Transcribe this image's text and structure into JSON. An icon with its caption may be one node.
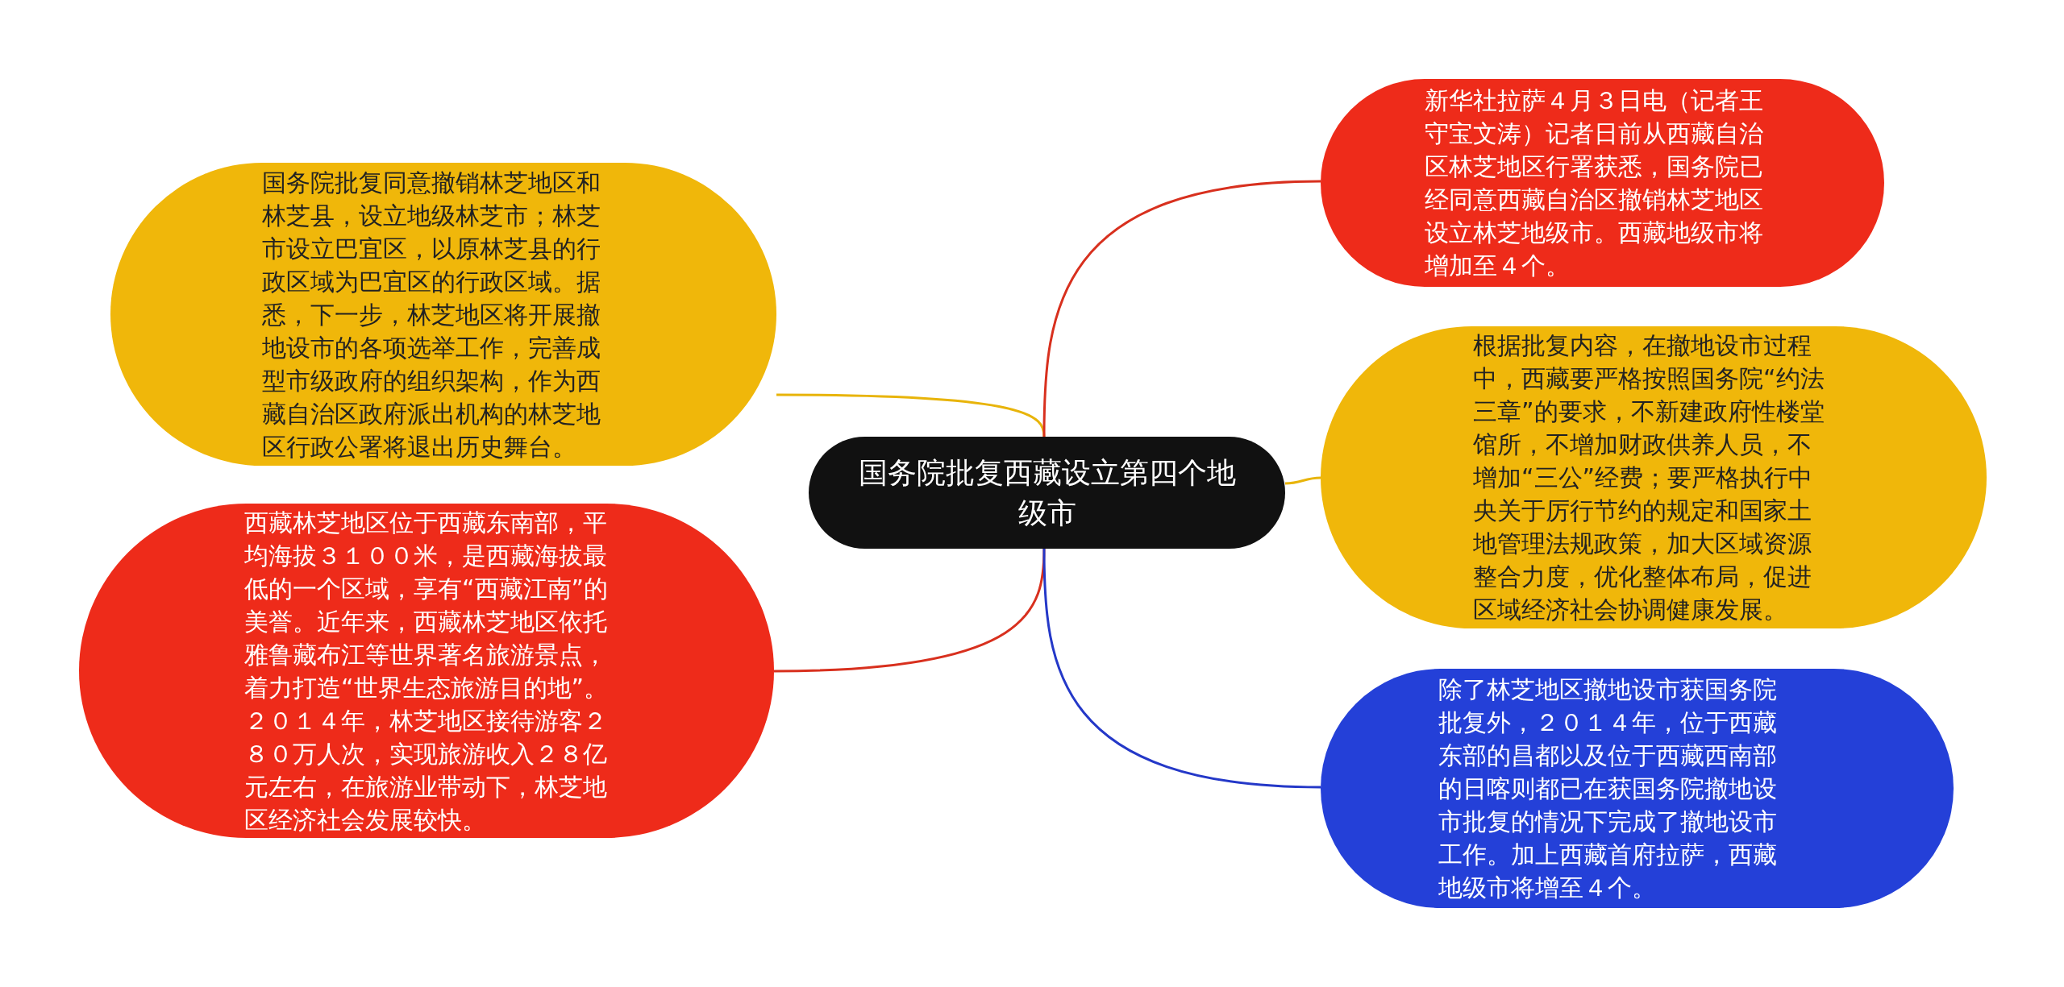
{
  "diagram": {
    "nodes": [
      {
        "text": [
          "国务院批复西藏设立第四个地级市"
        ]
      },
      {
        "text": [
          "国务院批复同意撤销林芝地区和林芝县，设立地级林芝市；林芝市设立巴宜区，以原林芝县的行政区域为巴宜区的行政区域。据悉，下一步，林芝地区将开展撤地设市的各项选举工作，完善成型市级政府的组织架构，作为西藏自治区政府派出机构的林芝地区行政公署将退出历史舞台。"
        ]
      },
      {
        "text": [
          "西藏林芝地区位于西藏东南部，平均海拔３１００米，是西藏海拔最低的一个区域，享有“西藏江南”的美誉。近年来，西藏林芝地区依托雅鲁藏布江等世界著名旅游景点，着力打造“世界生态旅游目的地”。２０１４年，林芝地区接待游客２８０万人次，实现旅游收入２８亿元左右，在旅游业带动下，林芝地区经济社会发展较快。"
        ]
      },
      {
        "text": [
          "新华社拉萨４月３日电（记者王守宝文涛）记者日前从西藏自治区林芝地区行署获悉，国务院已经同意西藏自治区撤销林芝地区设立林芝地级市。西藏地级市将增加至４个。"
        ]
      },
      {
        "text": [
          "根据批复内容，在撤地设市过程中，西藏要严格按照国务院“约法三章”的要求，不新建政府性楼堂馆所，不增加财政供养人员，不增加“三公”经费；要严格执行中央关于厉行节约的规定和国家土地管理法规政策，加大区域资源整合力度，优化整体布局，促进区域经济社会协调健康发展。"
        ]
      },
      {
        "text": [
          "除了林芝地区撤地设市获国务院批复外，２０１４年，位于西藏东部的昌都以及位于西藏西南部的日喀则都已在获国务院撤地设市批复的情况下完成了撤地设市工作。加上西藏首府拉萨，西藏地级市将增至４个。"
        ]
      }
    ],
    "edges": [
      {
        "from": 0,
        "to": 1,
        "arrow": "none",
        "color": "#e8b40a"
      },
      {
        "from": 0,
        "to": 2,
        "arrow": "none",
        "color": "#d8301e"
      },
      {
        "from": 0,
        "to": 3,
        "arrow": "none",
        "color": "#d8301e"
      },
      {
        "from": 0,
        "to": 4,
        "arrow": "none",
        "color": "#e8b40a"
      },
      {
        "from": 0,
        "to": 5,
        "arrow": "none",
        "color": "#2438c8"
      }
    ]
  }
}
